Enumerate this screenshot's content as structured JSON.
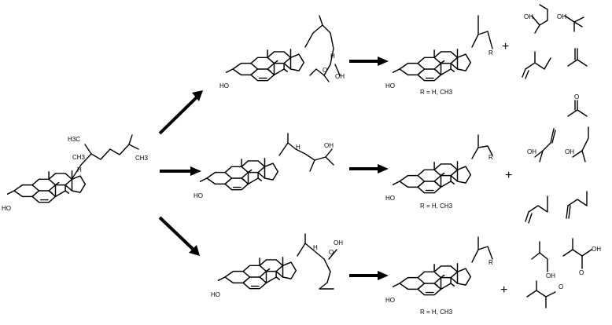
{
  "labels": {
    "ho": "HO",
    "h": "H",
    "ch3": "CH3",
    "h3c": "H3C",
    "oh": "OH",
    "o": "O",
    "r": "R",
    "plus": "+",
    "r_def_1": "R = H, CH3",
    "r_def_2": "R = H, CH3",
    "r_def_3": "R = H, CH3"
  },
  "colors": {
    "ink": "#000000",
    "background": "#ffffff"
  }
}
